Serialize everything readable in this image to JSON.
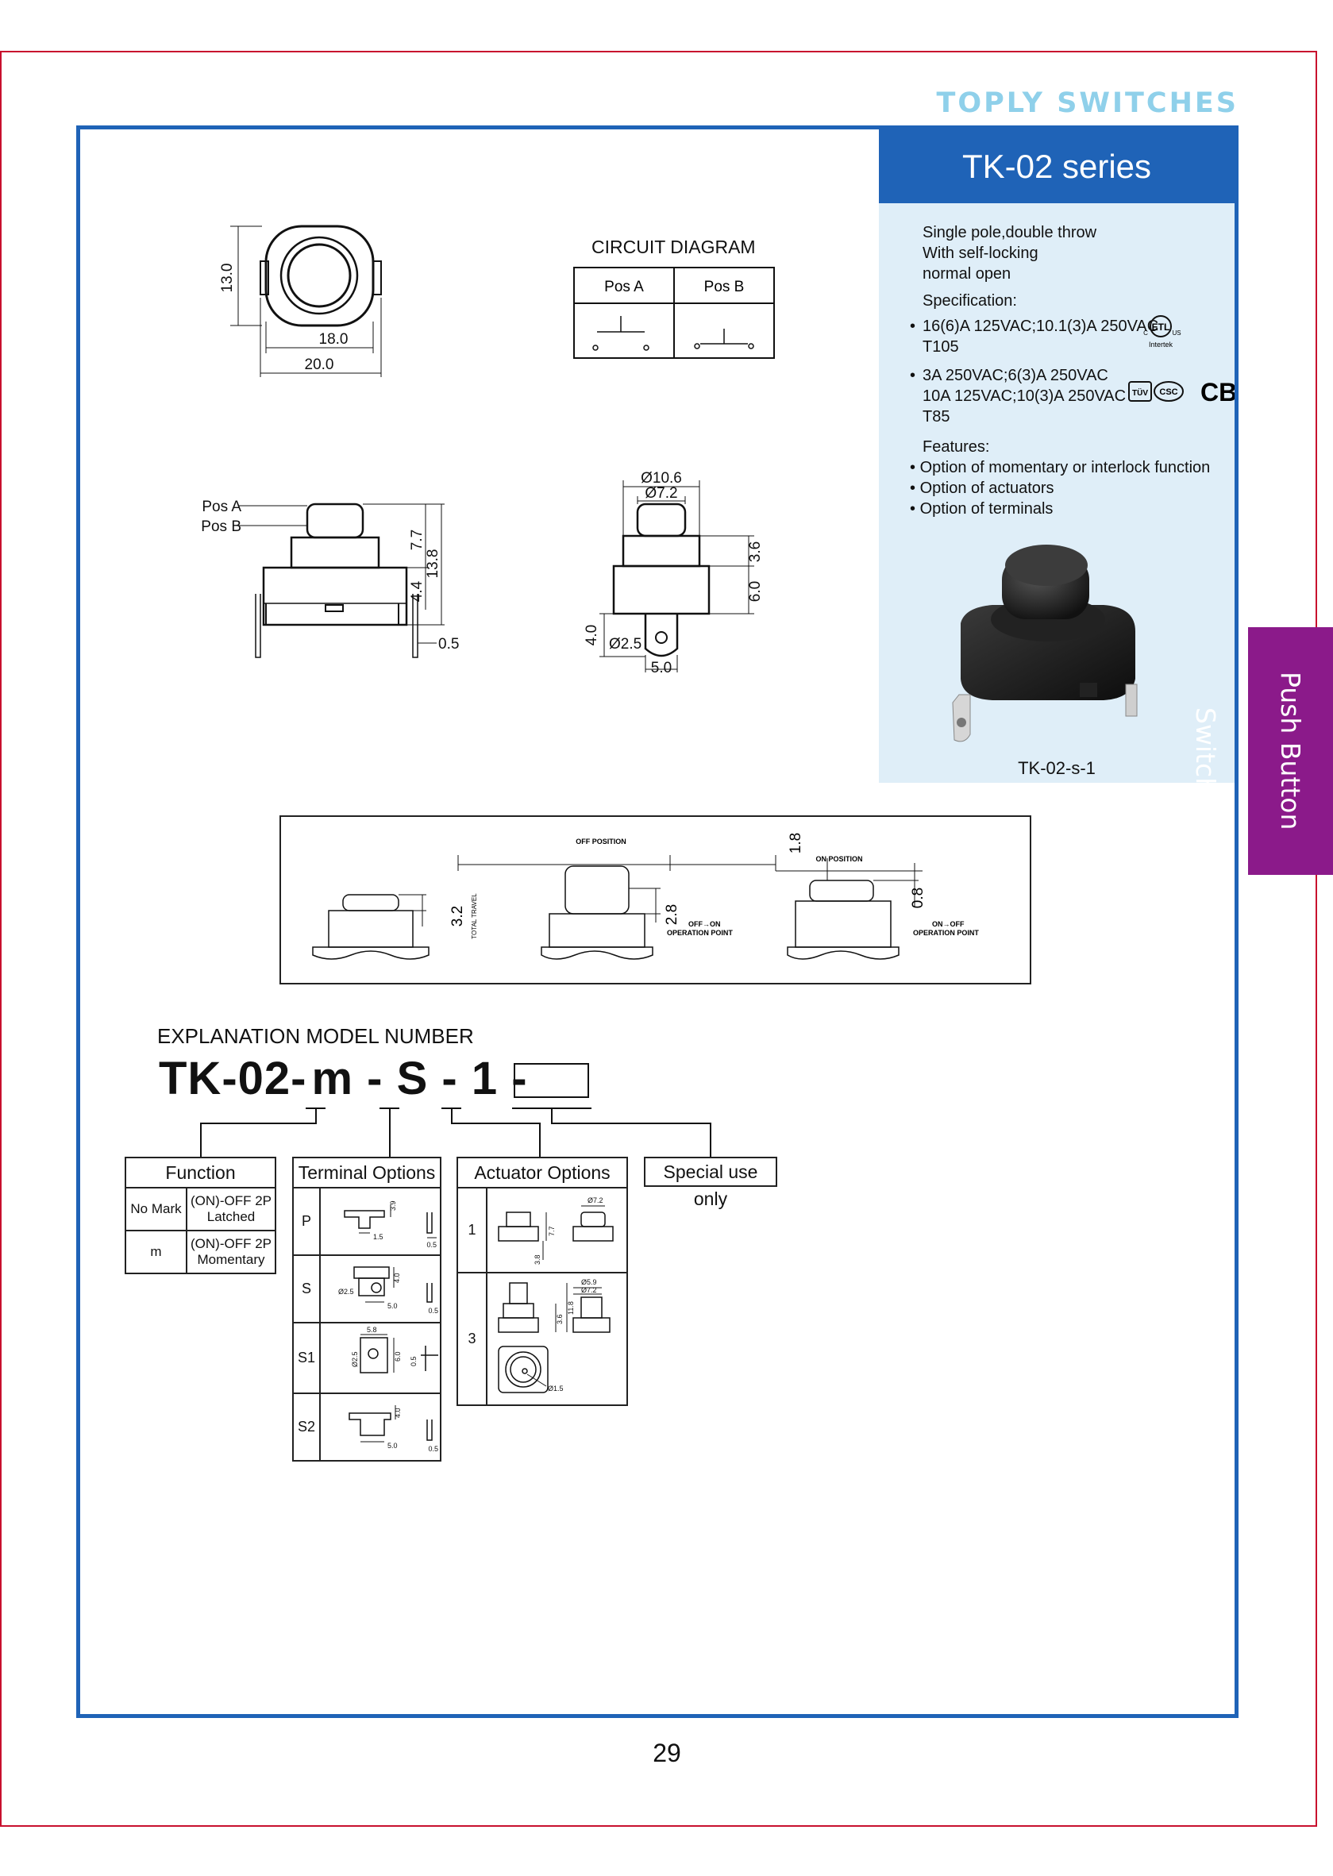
{
  "brand": "TOPLY SWITCHES",
  "series_title": "TK-02 series",
  "side_tab": "Push Button Switch",
  "page_number": "29",
  "colors": {
    "frame_red": "#c8102e",
    "blue": "#1f63b7",
    "brand_light_blue": "#8fd0ea",
    "tab_purple": "#8b1a8a",
    "panel_bg": "#dfeef8"
  },
  "description": [
    "Single pole,double throw",
    "With self-locking",
    "normal open"
  ],
  "specification_label": "Specification:",
  "spec1": [
    "16(6)A 125VAC;10.1(3)A 250VAC",
    "T105"
  ],
  "spec2": [
    "3A 250VAC;6(3)A 250VAC",
    "10A 125VAC;10(3)A 250VAC",
    "T85"
  ],
  "cert_marks": {
    "intertek": "Intertek",
    "c": "C",
    "us": "US",
    "etl": "ETL",
    "tuv": "TÜV",
    "csc": "CSC",
    "cb": "CB"
  },
  "features_label": "Features:",
  "features": [
    "Option of momentary or interlock function",
    "Option of actuators",
    "Option of terminals"
  ],
  "photo_caption": "TK-02-s-1",
  "circuit": {
    "title": "CIRCUIT DIAGRAM",
    "pos_a": "Pos A",
    "pos_b": "Pos B"
  },
  "dims": {
    "top_h": "13.0",
    "top_w1": "18.0",
    "top_w2": "20.0",
    "side_pos_a": "Pos A",
    "side_pos_b": "Pos B",
    "side_77": "7.7",
    "side_138": "13.8",
    "side_44": "4.4",
    "side_05": "0.5",
    "front_d106": "Ø10.6",
    "front_d72": "Ø7.2",
    "front_36": "3.6",
    "front_60": "6.0",
    "front_40": "4.0",
    "front_d25": "Ø2.5",
    "front_50": "5.0"
  },
  "travel": {
    "off_position": "OFF POSITION",
    "on_position": "ON POSITION",
    "d18": "1.8",
    "d32": "3.2",
    "total_travel": "TOTAL TRAVEL",
    "d28": "2.8",
    "off_on": "OFF→ON",
    "op_point1": "OPERATION POINT",
    "d08": "0.8",
    "on_off": "ON→OFF",
    "op_point2": "OPERATION POINT"
  },
  "explanation_title": "EXPLANATION MODEL NUMBER",
  "model": {
    "p1": "TK-02-",
    "p2": "m",
    "p3": "S",
    "p4": "1"
  },
  "function_table": {
    "title": "Function",
    "rows": [
      {
        "code": "No Mark",
        "l1": "(ON)-OFF 2P",
        "l2": "Latched"
      },
      {
        "code": "m",
        "l1": "(ON)-OFF 2P",
        "l2": "Momentary"
      }
    ]
  },
  "terminal_table": {
    "title": "Terminal Options",
    "codes": [
      "P",
      "S",
      "S1",
      "S2"
    ],
    "dims": {
      "p_39": "3.9",
      "p_15": "1.5",
      "p_05": "0.5",
      "s_d25": "Ø2.5",
      "s_40": "4.0",
      "s_50": "5.0",
      "s_05": "0.5",
      "s1_58": "5.8",
      "s1_d25": "Ø2.5",
      "s1_60": "6.0",
      "s1_05": "0.5",
      "s2_40": "4.0",
      "s2_50": "5.0",
      "s2_05": "0.5"
    }
  },
  "actuator_table": {
    "title": "Actuator Options",
    "codes": [
      "1",
      "3"
    ],
    "dims": {
      "a1_d72": "Ø7.2",
      "a1_77": "7.7",
      "a1_38": "3.8",
      "a3_d59": "Ø5.9",
      "a3_d72": "Ø7.2",
      "a3_36": "3.6",
      "a3_118": "11.8",
      "a3_d15": "Ø1.5"
    }
  },
  "special_table": {
    "title": "Special use only"
  }
}
